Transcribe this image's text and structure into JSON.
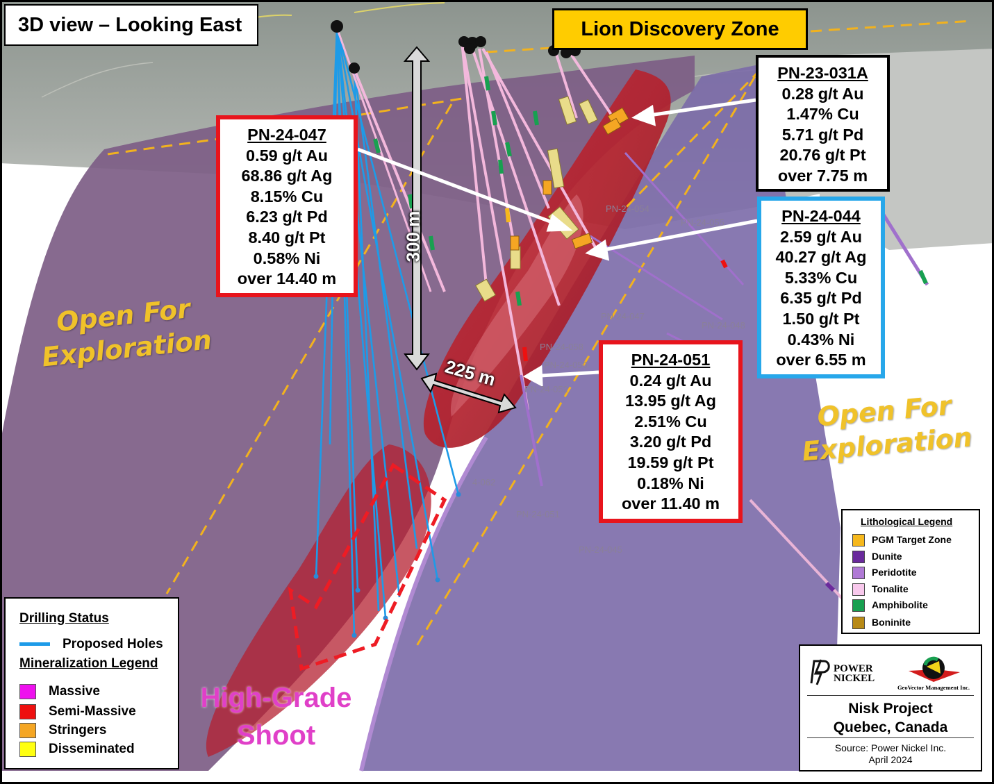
{
  "view_title": "3D view – Looking East",
  "zone_title": "Lion Discovery Zone",
  "open_for_exploration": {
    "line1": "Open For",
    "line2": "Exploration"
  },
  "high_grade_shoot": {
    "line1": "High-Grade",
    "line2": "Shoot"
  },
  "dimensions": {
    "vertical": "300 m",
    "horizontal": "225 m"
  },
  "assays": {
    "pn24047": {
      "hole": "PN-24-047",
      "lines": [
        "0.59 g/t Au",
        "68.86 g/t Ag",
        "8.15% Cu",
        "6.23 g/t Pd",
        "8.40 g/t Pt",
        "0.58% Ni",
        "over 14.40 m"
      ]
    },
    "pn23031a": {
      "hole": "PN-23-031A",
      "lines": [
        "0.28 g/t Au",
        "1.47% Cu",
        "5.71 g/t Pd",
        "20.76 g/t Pt",
        "over 7.75 m"
      ]
    },
    "pn24044": {
      "hole": "PN-24-044",
      "lines": [
        "2.59 g/t Au",
        "40.27 g/t Ag",
        "5.33% Cu",
        "6.35 g/t Pd",
        "1.50 g/t Pt",
        "0.43% Ni",
        "over 6.55 m"
      ]
    },
    "pn24051": {
      "hole": "PN-24-051",
      "lines": [
        "0.24 g/t Au",
        "13.95 g/t Ag",
        "2.51% Cu",
        "3.20 g/t Pd",
        "19.59 g/t Pt",
        "0.18% Ni",
        "over 11.40 m"
      ]
    }
  },
  "hole_labels": {
    "h054": "PN-24-054",
    "h055": "PN-24-055",
    "h047": "PN-24-047",
    "h048": "PN-24-048",
    "h058": "PN-24-058",
    "h050": "PN-24-050",
    "h052": "PN-24-052",
    "h062": "4-062",
    "h051": "PN-24-051",
    "h045": "PN-24-045"
  },
  "drilling_legend": {
    "title": "Drilling Status",
    "proposed": "Proposed Holes",
    "proposed_color": "#1e9be8",
    "mineral_title": "Mineralization Legend",
    "items": [
      {
        "label": "Massive",
        "color": "#ee10ee"
      },
      {
        "label": "Semi-Massive",
        "color": "#ee1010"
      },
      {
        "label": "Stringers",
        "color": "#f5a623"
      },
      {
        "label": "Disseminated",
        "color": "#ffff10"
      }
    ]
  },
  "litho_legend": {
    "title": "Lithological Legend",
    "items": [
      {
        "label": "PGM Target Zone",
        "color": "#f6b81c"
      },
      {
        "label": "Dunite",
        "color": "#6a2a9c"
      },
      {
        "label": "Peridotite",
        "color": "#b07ad6"
      },
      {
        "label": "Tonalite",
        "color": "#f8c8ec"
      },
      {
        "label": "Amphibolite",
        "color": "#18a050"
      },
      {
        "label": "Boninite",
        "color": "#b88a16"
      }
    ]
  },
  "logo_box": {
    "company1_line1": "POWER",
    "company1_line2": "NICKEL",
    "company2": "GeoVector Management Inc.",
    "project": "Nisk Project",
    "location": "Quebec, Canada",
    "source": "Source: Power Nickel Inc.",
    "date": "April 2024"
  },
  "colors": {
    "assay_border_red": "#e8141c",
    "assay_border_blue": "#27a7ea",
    "zone_fill": "#ffcc00",
    "open_text": "#f0c22a",
    "shoot_text": "#e040c8"
  }
}
